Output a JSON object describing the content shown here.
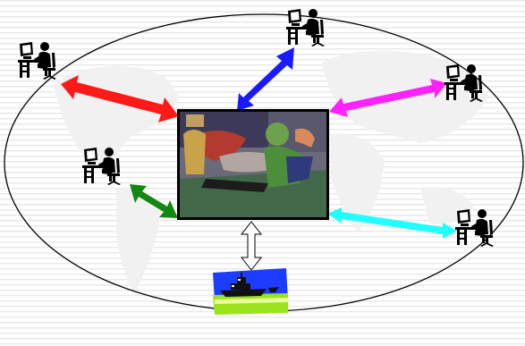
{
  "diagram": {
    "background": {
      "stripe_color": "#e9e9e9",
      "map_color": "#f1f1f1"
    },
    "colors": {
      "outline": "#000000",
      "arrow_red": "#ff1a1a",
      "arrow_blue": "#1a1aff",
      "arrow_magenta": "#ff22ff",
      "arrow_green": "#118811",
      "arrow_cyan": "#22ffff",
      "arrow_white": "#ffffff",
      "ship_sky": "#1c3dff",
      "ship_sea": "#9be31d"
    },
    "nodes": [
      {
        "id": "workstation-top",
        "icon": "computer-user-icon"
      },
      {
        "id": "workstation-upper-left",
        "icon": "computer-user-icon"
      },
      {
        "id": "workstation-upper-right",
        "icon": "computer-user-icon"
      },
      {
        "id": "workstation-left",
        "icon": "computer-user-icon"
      },
      {
        "id": "workstation-lower-right",
        "icon": "computer-user-icon"
      },
      {
        "id": "central-photo",
        "icon": "central-photo"
      },
      {
        "id": "ship",
        "icon": "ship-icon"
      }
    ],
    "links": [
      {
        "from": "workstation-upper-left",
        "to": "central-photo",
        "color": "arrow_red",
        "direction": "both"
      },
      {
        "from": "workstation-top",
        "to": "central-photo",
        "color": "arrow_blue",
        "direction": "both"
      },
      {
        "from": "workstation-upper-right",
        "to": "central-photo",
        "color": "arrow_magenta",
        "direction": "both"
      },
      {
        "from": "workstation-left",
        "to": "central-photo",
        "color": "arrow_green",
        "direction": "both"
      },
      {
        "from": "workstation-lower-right",
        "to": "central-photo",
        "color": "arrow_cyan",
        "direction": "both"
      },
      {
        "from": "central-photo",
        "to": "ship",
        "color": "arrow_white",
        "direction": "both"
      }
    ]
  }
}
